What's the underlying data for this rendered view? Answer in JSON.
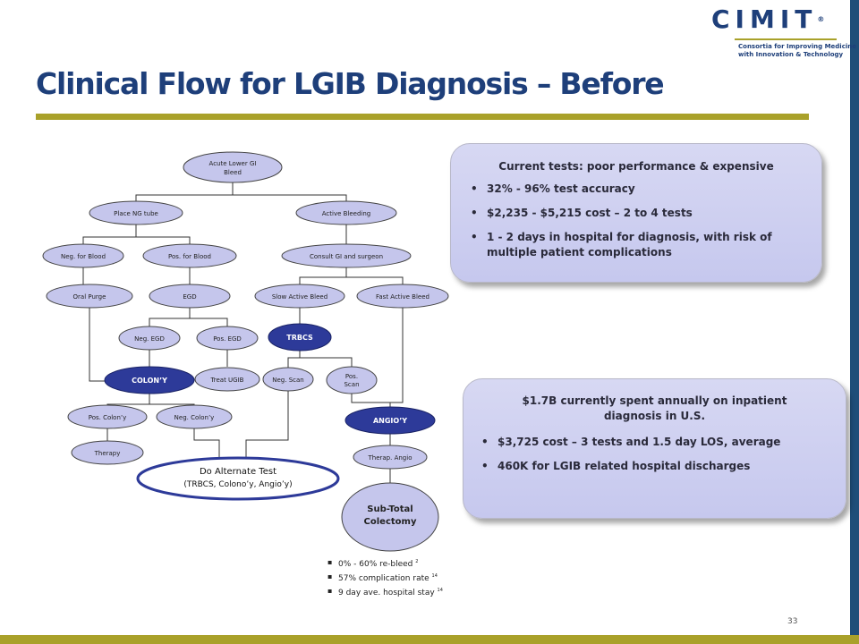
{
  "logo": {
    "word": "CIMIT",
    "reg": "®",
    "tagline_1": "Consortia for Improving Medicine",
    "tagline_2": "with Innovation & Technology"
  },
  "title": "Clinical Flow for LGIB Diagnosis – Before",
  "flowchart": {
    "nodes": {
      "acute": [
        "Acute Lower GI",
        "Bleed"
      ],
      "place_ng": "Place NG tube",
      "active_bleeding": "Active Bleeding",
      "neg_blood": "Neg. for Blood",
      "pos_blood": "Pos. for Blood",
      "consult": "Consult GI and surgeon",
      "oral_purge": "Oral Purge",
      "egd": "EGD",
      "slow_active": "Slow Active Bleed",
      "fast_active": "Fast Active Bleed",
      "neg_egd": "Neg. EGD",
      "pos_egd": "Pos. EGD",
      "trbcs": "TRBCS",
      "colony": "COLON’Y",
      "treat_ugib": "Treat UGIB",
      "neg_scan": "Neg. Scan",
      "pos_scan": [
        "Pos.",
        "Scan"
      ],
      "angioy": "ANGIO’Y",
      "pos_colony": "Pos. Colon’y",
      "neg_colony": "Neg. Colon’y",
      "therapy": "Therapy",
      "therap_angio": "Therap. Angio",
      "alt_test": [
        "Do Alternate Test",
        "(TRBCS, Colono’y, Angio’y)"
      ],
      "subtotal": [
        "Sub-Total",
        "Colectomy"
      ]
    }
  },
  "notes": [
    {
      "text": "0% - 60% re-bleed ",
      "ref": "2"
    },
    {
      "text": "57% complication rate ",
      "ref": "14"
    },
    {
      "text": "9 day ave. hospital stay ",
      "ref": "14"
    }
  ],
  "box1": {
    "heading": "Current tests: poor performance & expensive",
    "bullets": [
      "32% - 96% test accuracy",
      "$2,235 - $5,215 cost – 2 to 4 tests",
      "1 - 2 days in hospital for diagnosis, with risk of multiple patient complications"
    ]
  },
  "box2": {
    "heading": "$1.7B currently spent annually on inpatient diagnosis in U.S.",
    "bullets": [
      "$3,725 cost – 3 tests and 1.5 day LOS, average",
      "460K for LGIB related hospital discharges"
    ]
  },
  "page_number": "33",
  "colors": {
    "navy": "#1e3f7a",
    "olive": "#a9a12a",
    "node_fill": "#c5c6ec",
    "dark_node": "#2d3a99"
  }
}
